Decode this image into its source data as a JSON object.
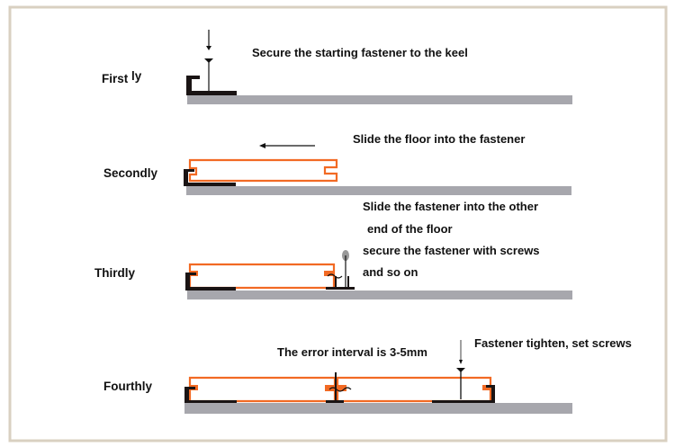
{
  "steps": [
    {
      "label": "First",
      "label_suffix": "ly",
      "captions": [
        "Secure the starting fastener to the keel"
      ]
    },
    {
      "label": "Secondly",
      "captions": [
        "Slide the floor into the fastener"
      ]
    },
    {
      "label": "Thirdly",
      "captions": [
        "Slide the fastener into the other",
        "end of the floor",
        "secure the fastener with screws",
        "and so on"
      ]
    },
    {
      "label": "Fourthly",
      "captions": [
        "The error interval is 3-5mm",
        "Fastener tighten, set screws"
      ]
    }
  ],
  "colors": {
    "board_outline": "#f26a24",
    "keel": "#a7a7ad",
    "fastener": "#1a1414",
    "frame": "#d9d0c1"
  }
}
